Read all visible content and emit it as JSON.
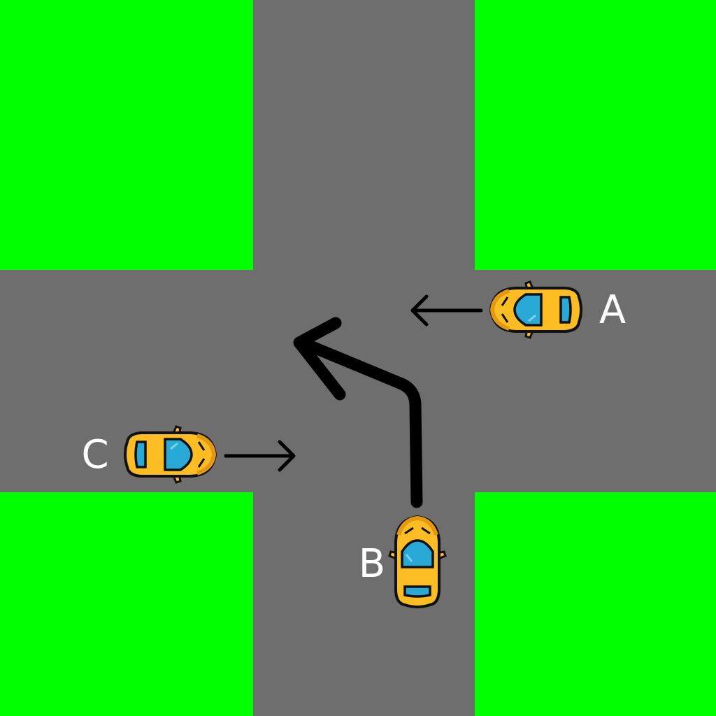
{
  "colors": {
    "grass": "#00ff00",
    "road": "#6e6e6e",
    "car_body": "#fbbd22",
    "car_window": "#29a9d5",
    "car_outline": "#111111",
    "arrow": "#000000",
    "label": "#ffffff"
  },
  "cars": [
    {
      "id": "A",
      "label": "A",
      "heading": "west"
    },
    {
      "id": "B",
      "label": "B",
      "heading": "north"
    },
    {
      "id": "C",
      "label": "C",
      "heading": "east"
    }
  ],
  "arrows": [
    {
      "for": "A",
      "kind": "straight",
      "direction": "west"
    },
    {
      "for": "B",
      "kind": "left-turn",
      "direction": "north-then-west"
    },
    {
      "for": "C",
      "kind": "straight",
      "direction": "east"
    }
  ]
}
